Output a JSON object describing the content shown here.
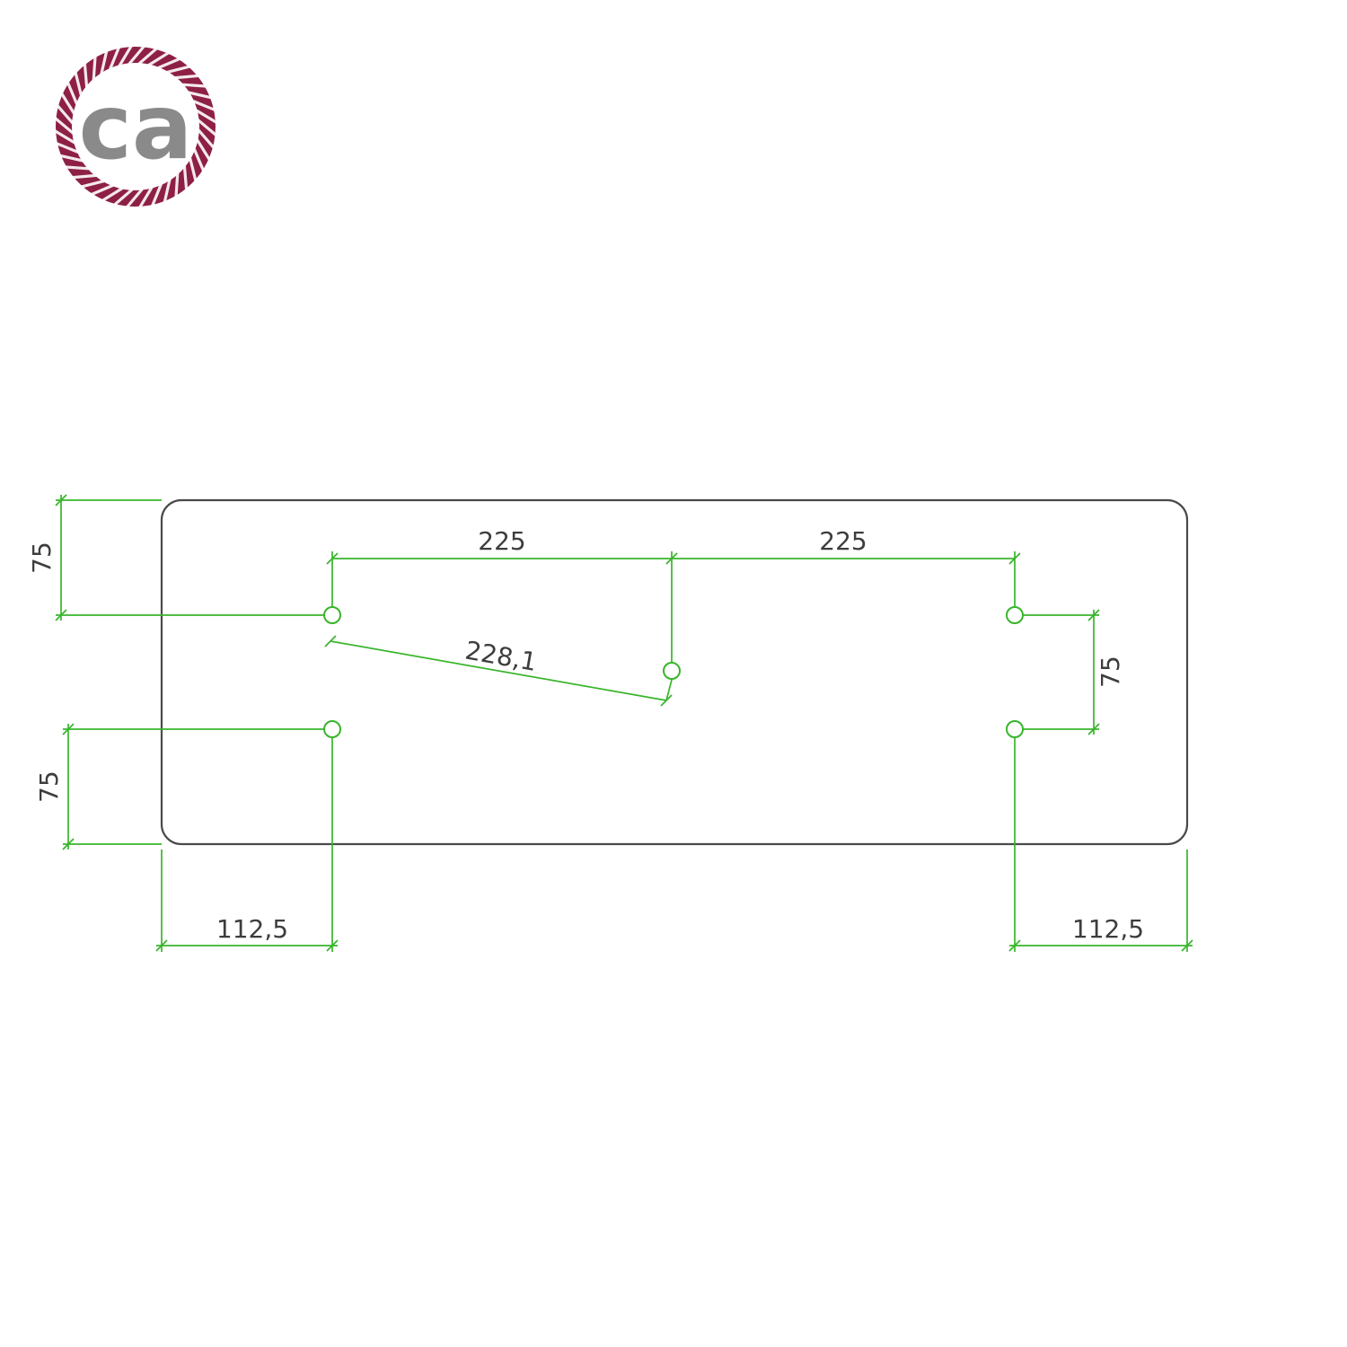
{
  "page": {
    "background": "#ffffff"
  },
  "logo": {
    "text": "ca",
    "ring_color": "#8e2045",
    "text_color": "#8a8a8a"
  },
  "drawing": {
    "line_color": "#38b52b",
    "outline_color": "#4a4a4a",
    "text_color": "#3d3d3d",
    "hole_count": 5,
    "dimensions": {
      "top_left_width": "225",
      "top_right_width": "225",
      "diagonal_length": "228,1",
      "left_top_height": "75",
      "left_bottom_height": "75",
      "right_height": "75",
      "bottom_left_offset": "112,5",
      "bottom_right_offset": "112,5"
    }
  }
}
